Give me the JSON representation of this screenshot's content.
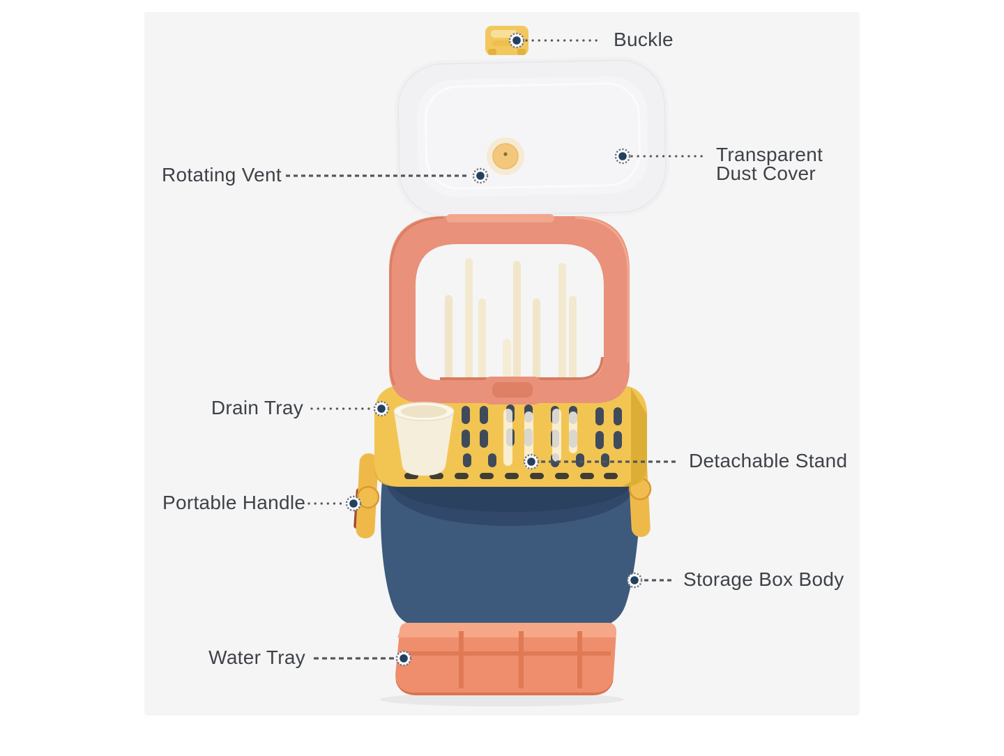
{
  "page": {
    "background": "#ffffff",
    "panel_bg": "#f5f5f6",
    "label_text_color": "#3e4247",
    "leader_line_color": "#53575c",
    "marker_core_color": "#24405e",
    "marker_ring_color": "#6e7681"
  },
  "callouts": {
    "buckle": {
      "label": "Buckle"
    },
    "dust_cover": {
      "line1": "Transparent",
      "line2": "Dust Cover"
    },
    "rotating_vent": {
      "label": "Rotating Vent"
    },
    "drain_tray": {
      "label": "Drain Tray"
    },
    "detachable_stand": {
      "label": "Detachable Stand"
    },
    "portable_handle": {
      "label": "Portable Handle"
    },
    "storage_box_body": {
      "label": "Storage Box Body"
    },
    "water_tray": {
      "label": "Water Tray"
    }
  },
  "parts": {
    "buckle_color": "#f2c85e",
    "dust_cover_color": "#f1f1f3",
    "vent_color": "#f3c87c",
    "lid_frame_color": "#e9917a",
    "pegs_color": "#f3e9cf",
    "drain_tray_color": "#f2c552",
    "cup_color": "#f5eedb",
    "storage_box_color": "#3d5a7c",
    "box_interior_color": "#2b4160",
    "handle_color": "#efb94a",
    "water_tray_color": "#ee8e6c"
  }
}
